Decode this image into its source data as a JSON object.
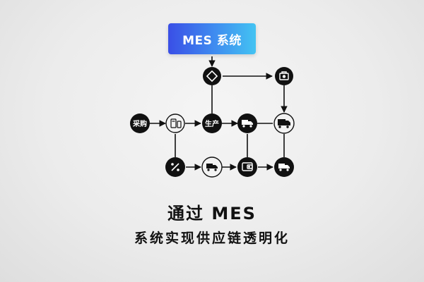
{
  "mes_box": {
    "label": "MES 系统"
  },
  "nodes": {
    "purchase": {
      "label": "采购"
    },
    "production": {
      "label": "生产"
    }
  },
  "caption": {
    "line1": "通过 MES",
    "line2": "系统实现供应链透明化"
  },
  "colors": {
    "node_dark": "#111111",
    "node_light": "#f2f2f2",
    "line": "#111111",
    "gradient_start": "#3a4fe6",
    "gradient_end": "#43c3f2"
  }
}
